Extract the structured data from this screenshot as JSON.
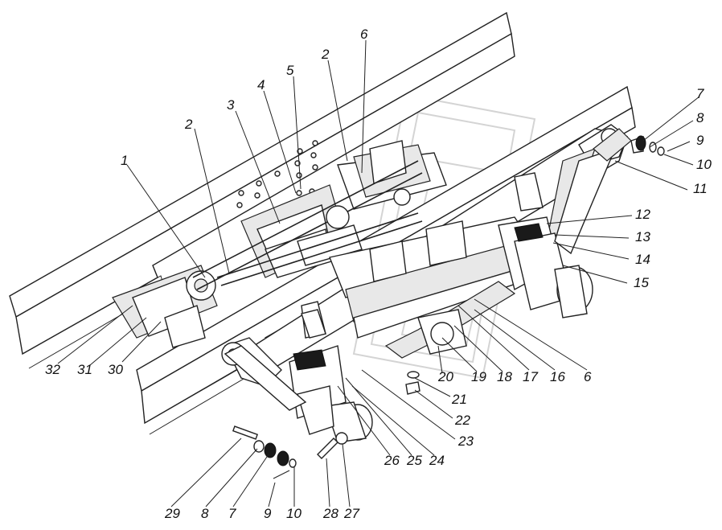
{
  "callouts": [
    {
      "id": "c1",
      "text": "1"
    },
    {
      "id": "c2a",
      "text": "2"
    },
    {
      "id": "c3",
      "text": "3"
    },
    {
      "id": "c4",
      "text": "4"
    },
    {
      "id": "c5",
      "text": "5"
    },
    {
      "id": "c2b",
      "text": "2"
    },
    {
      "id": "c6a",
      "text": "6"
    },
    {
      "id": "c7a",
      "text": "7"
    },
    {
      "id": "c8a",
      "text": "8"
    },
    {
      "id": "c9a",
      "text": "9"
    },
    {
      "id": "c10a",
      "text": "10"
    },
    {
      "id": "c11",
      "text": "11"
    },
    {
      "id": "c12",
      "text": "12"
    },
    {
      "id": "c13",
      "text": "13"
    },
    {
      "id": "c14",
      "text": "14"
    },
    {
      "id": "c15",
      "text": "15"
    },
    {
      "id": "c6b",
      "text": "6"
    },
    {
      "id": "c16",
      "text": "16"
    },
    {
      "id": "c17",
      "text": "17"
    },
    {
      "id": "c18",
      "text": "18"
    },
    {
      "id": "c19",
      "text": "19"
    },
    {
      "id": "c20",
      "text": "20"
    },
    {
      "id": "c21",
      "text": "21"
    },
    {
      "id": "c22",
      "text": "22"
    },
    {
      "id": "c23",
      "text": "23"
    },
    {
      "id": "c24",
      "text": "24"
    },
    {
      "id": "c25",
      "text": "25"
    },
    {
      "id": "c26",
      "text": "26"
    },
    {
      "id": "c27",
      "text": "27"
    },
    {
      "id": "c28",
      "text": "28"
    },
    {
      "id": "c10b",
      "text": "10"
    },
    {
      "id": "c9b",
      "text": "9"
    },
    {
      "id": "c7b",
      "text": "7"
    },
    {
      "id": "c8b",
      "text": "8"
    },
    {
      "id": "c29",
      "text": "29"
    },
    {
      "id": "c30",
      "text": "30"
    },
    {
      "id": "c31",
      "text": "31"
    },
    {
      "id": "c32",
      "text": "32"
    }
  ]
}
